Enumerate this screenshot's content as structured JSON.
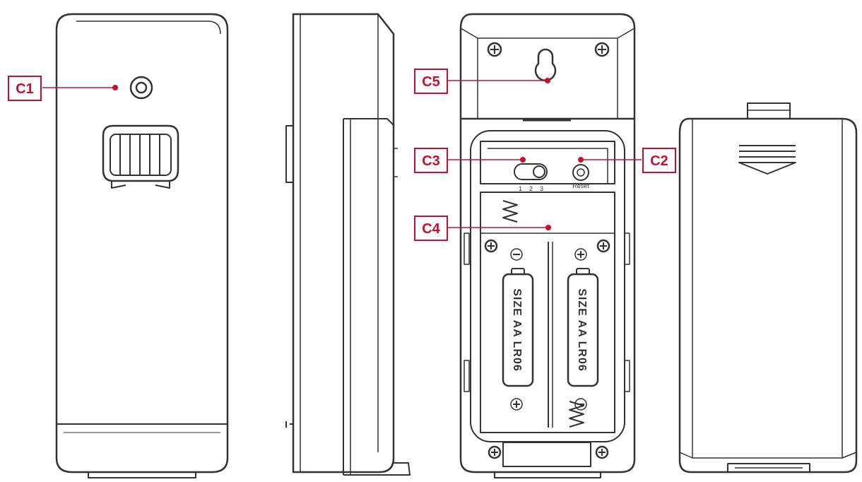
{
  "callouts": [
    {
      "id": "c1",
      "label": "C1"
    },
    {
      "id": "c2",
      "label": "C2"
    },
    {
      "id": "c3",
      "label": "C3"
    },
    {
      "id": "c4",
      "label": "C4"
    },
    {
      "id": "c5",
      "label": "C5"
    }
  ],
  "battery_label": "SIZE AA LR06",
  "switch_marks": [
    "1",
    "2",
    "3"
  ],
  "reset_label": "Reset",
  "colors": {
    "accent": "#c8102e",
    "line": "#333333"
  }
}
